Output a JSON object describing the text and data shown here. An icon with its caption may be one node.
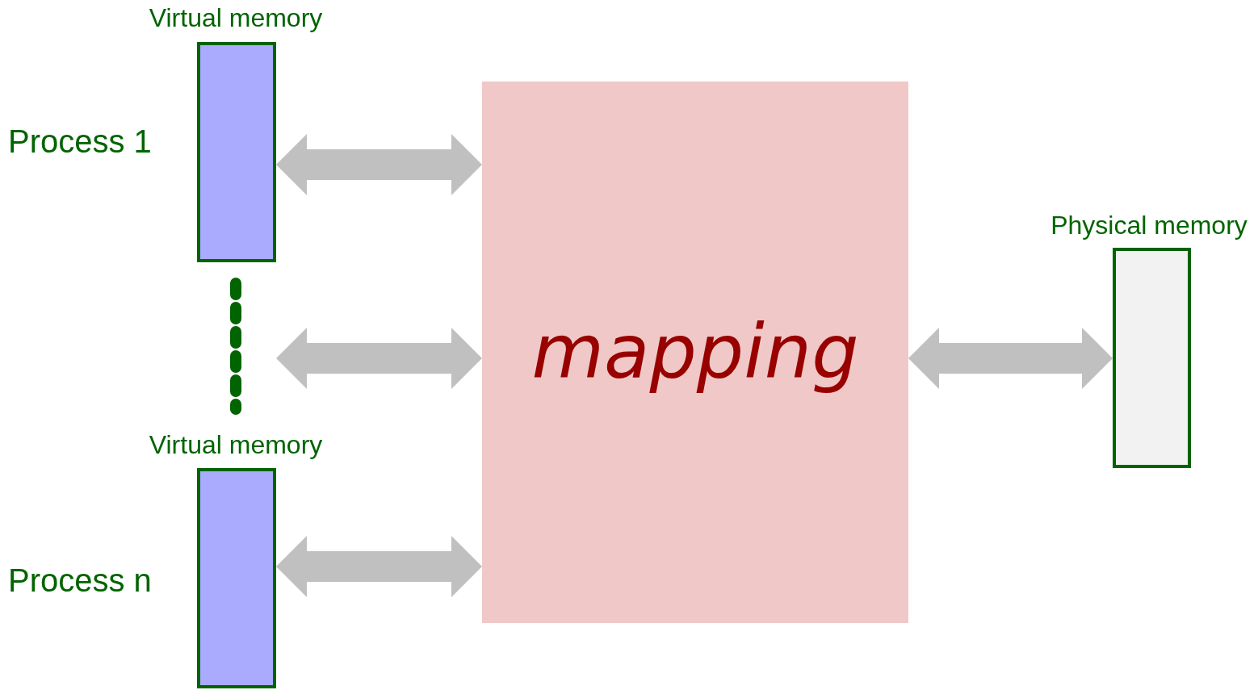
{
  "diagram": {
    "nodes": [
      {
        "text": [
          "Virtual memory"
        ],
        "beside": [
          "Process 1"
        ]
      },
      {
        "text": [
          "Virtual memory"
        ],
        "beside": [
          "Process n"
        ]
      },
      {
        "text": [
          "mapping"
        ]
      },
      {
        "text": [
          "Physical memory"
        ]
      }
    ],
    "edges": [
      {
        "from": 0,
        "to": 2,
        "arrow": "both"
      },
      {
        "from": null,
        "to": 2,
        "arrow": "both"
      },
      {
        "from": 1,
        "to": 2,
        "arrow": "both"
      },
      {
        "from": 2,
        "to": 3,
        "arrow": "both"
      }
    ]
  }
}
